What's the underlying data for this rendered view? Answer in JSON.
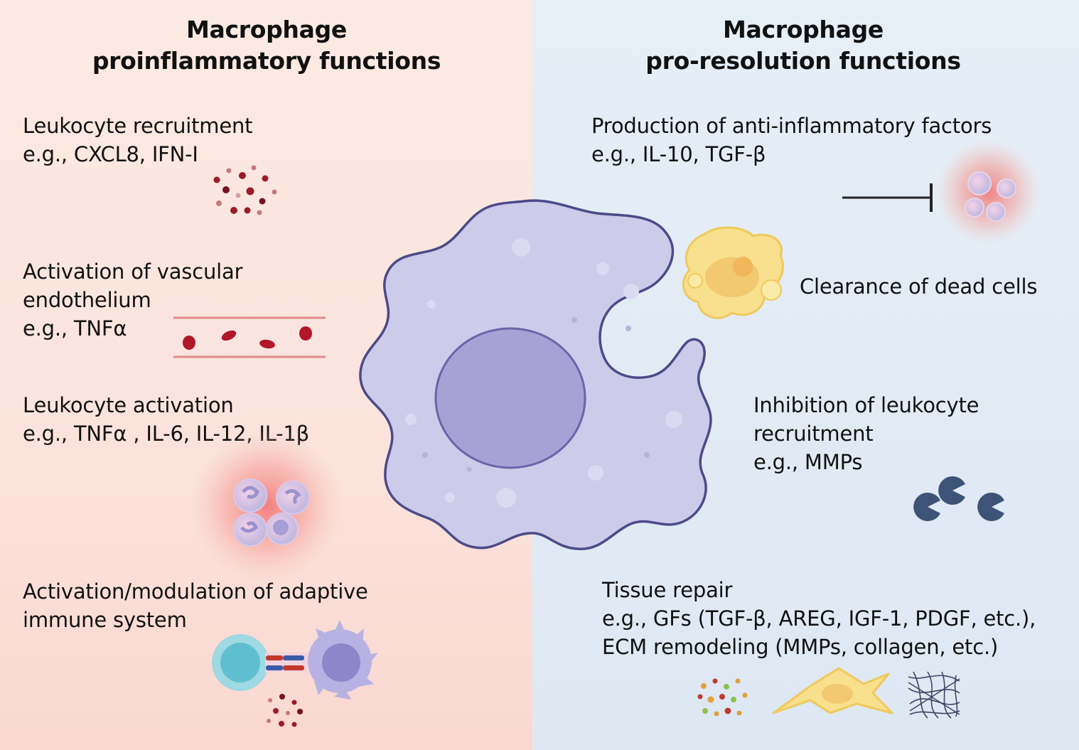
{
  "left": {
    "title_line1": "Macrophage",
    "title_line2": "proinflammatory functions",
    "items": [
      {
        "line1": "Leukocyte recruitment",
        "line2": "e.g., CXCL8, IFN-I"
      },
      {
        "line1": "Activation of vascular",
        "line2": "endothelium",
        "line3": "e.g., TNFα"
      },
      {
        "line1": "Leukocyte activation",
        "line2": "e.g., TNFα , IL-6, IL-12, IL-1β"
      },
      {
        "line1": "Activation/modulation of adaptive",
        "line2": "immune system"
      }
    ]
  },
  "right": {
    "title_line1": "Macrophage",
    "title_line2": "pro-resolution functions",
    "items": [
      {
        "line1": "Production of anti-inflammatory factors",
        "line2": "e.g., IL-10, TGF-β"
      },
      {
        "line1": "Clearance of dead cells"
      },
      {
        "line1": "Inhibition of leukocyte",
        "line2": "recruitment",
        "line3": "e.g., MMPs"
      },
      {
        "line1": "Tissue repair",
        "line2": "e.g., GFs (TGF-β, AREG, IGF-1, PDGF, etc.),",
        "line3": "ECM remodeling (MMPs, collagen, etc.)"
      }
    ]
  },
  "colors": {
    "left_bg": "#fbe3dc",
    "right_bg": "#e2ebf5",
    "macrophage_body": "#cfcdea",
    "macrophage_nucleus": "#a9a3d6",
    "cytokine_red": "#9b1c28",
    "dead_cell_yellow": "#f8e08e",
    "mmp_blue": "#3d5478"
  }
}
